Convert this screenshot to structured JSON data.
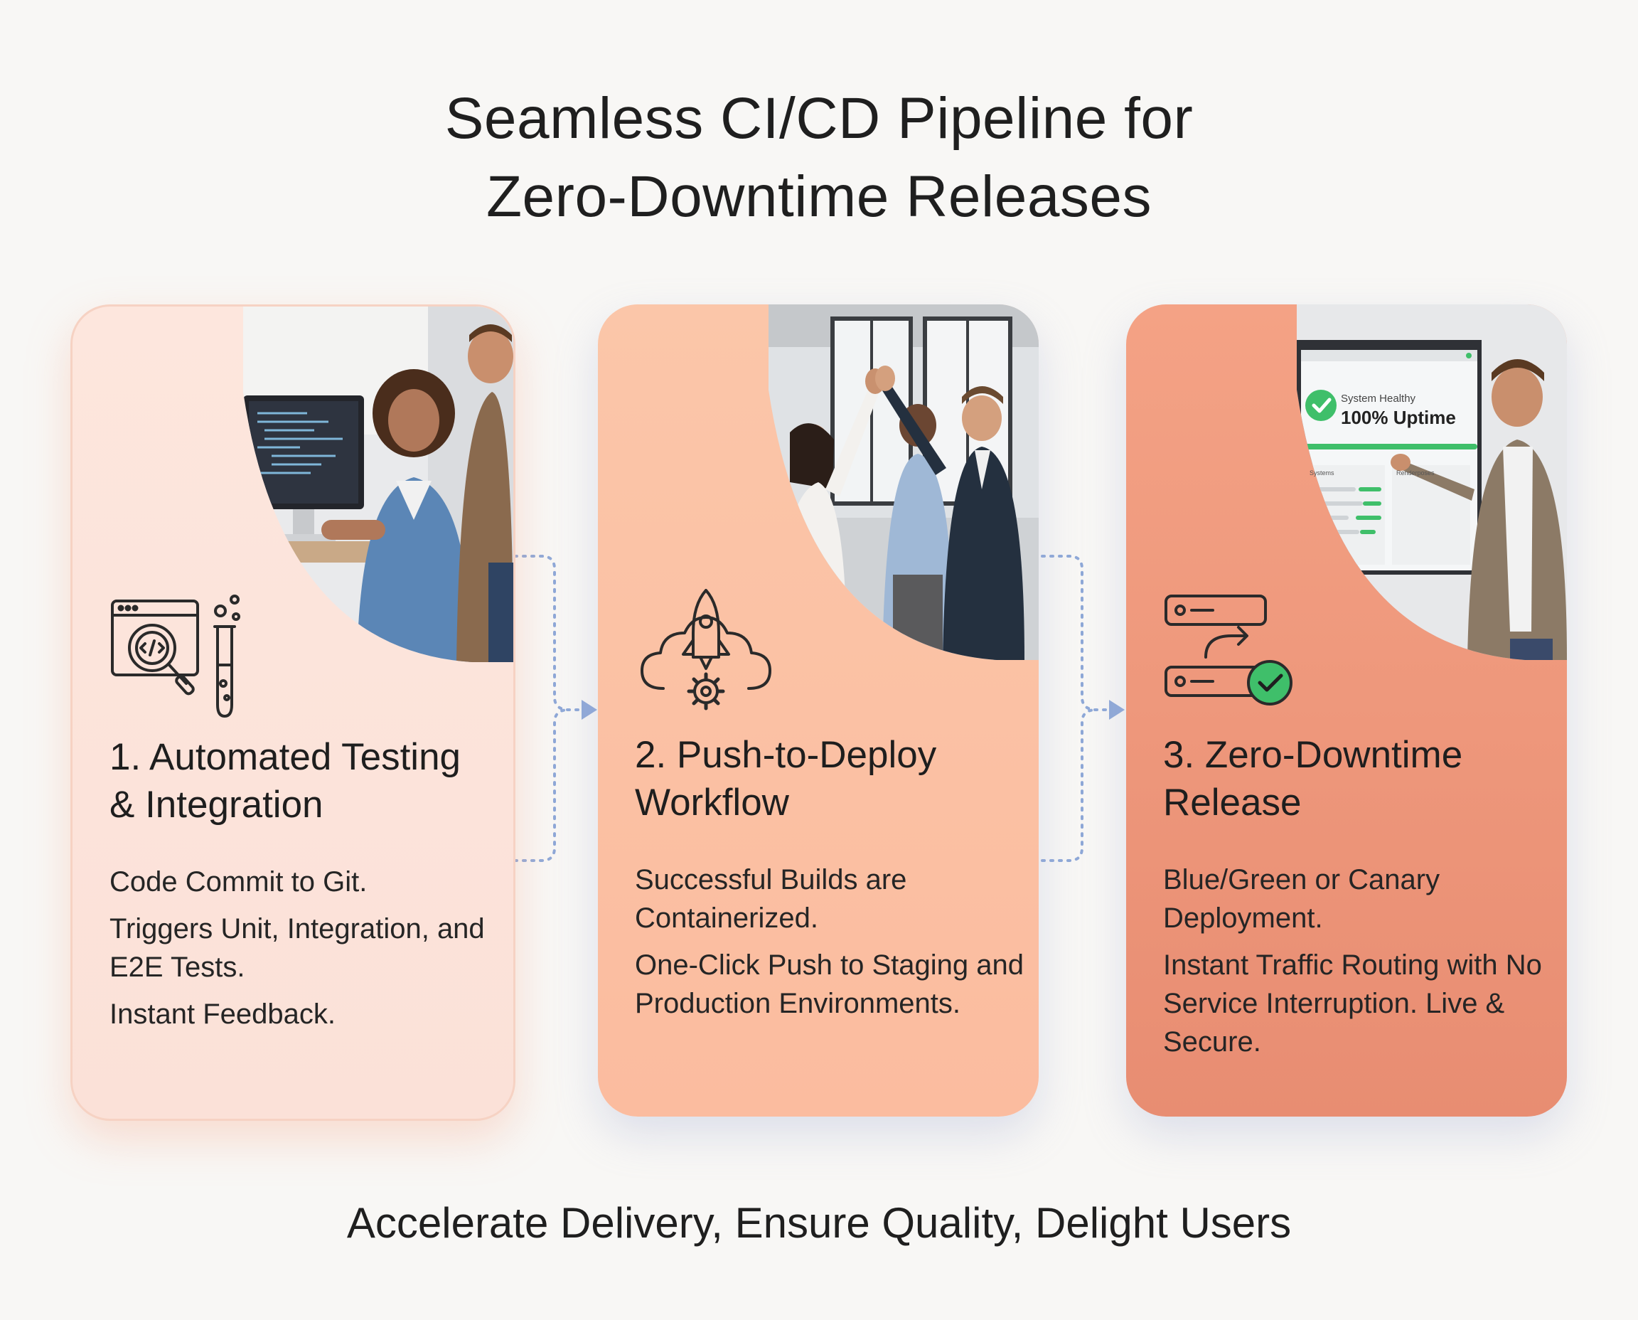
{
  "header": {
    "title_line1": "Seamless CI/CD Pipeline for",
    "title_line2": "Zero-Downtime Releases"
  },
  "steps": [
    {
      "title": "1. Automated Testing & Integration",
      "icon": "code-inspect-test-tube-icon",
      "photo": "developers-at-workstation-photo",
      "body": [
        "Code Commit to Git.",
        "Triggers Unit, Integration, and E2E Tests.",
        "Instant Feedback."
      ]
    },
    {
      "title": "2. Push-to-Deploy Workflow",
      "icon": "rocket-cloud-gear-icon",
      "photo": "team-high-five-photo",
      "body": [
        "Successful Builds are Containerized.",
        "One-Click Push to Staging and Production Environments."
      ]
    },
    {
      "title": "3. Zero-Downtime Release",
      "icon": "server-switch-check-icon",
      "photo": "presenter-dashboard-photo",
      "body": [
        "Blue/Green or Canary Deployment.",
        "Instant Traffic Routing with No Service Interruption. Live & Secure."
      ],
      "screen": {
        "status_label": "System Healthy",
        "uptime": "100% Uptime",
        "panel_left": "Systems",
        "panel_right": "Renderposes"
      }
    }
  ],
  "footer": {
    "tagline": "Accelerate Delivery, Ensure Quality, Delight Users"
  },
  "colors": {
    "card1": "#fde6dd",
    "card2": "#fbc6a9",
    "card3": "#f09a7e",
    "connector": "#8fa9d8",
    "healthy": "#3fbf6a"
  }
}
